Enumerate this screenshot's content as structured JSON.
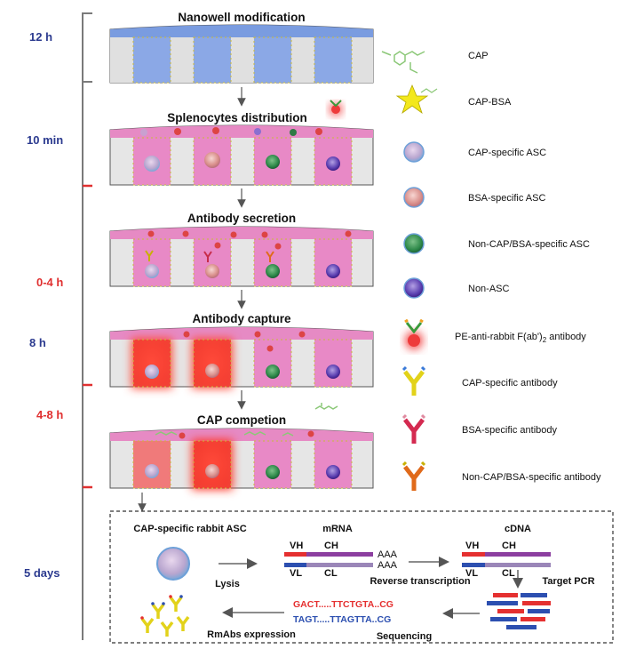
{
  "timeline": {
    "labels": [
      {
        "text": "12 h",
        "color": "#2b3a8f"
      },
      {
        "text": "10 min",
        "color": "#2b3a8f"
      },
      {
        "text": "0-4 h",
        "color": "#e03030"
      },
      {
        "text": "8 h",
        "color": "#2b3a8f"
      },
      {
        "text": "4-8 h",
        "color": "#e03030"
      },
      {
        "text": "5 days",
        "color": "#2b3a8f"
      }
    ]
  },
  "stages": [
    {
      "title": "Nanowell modification"
    },
    {
      "title": "Splenocytes distribution"
    },
    {
      "title": "Antibody secretion"
    },
    {
      "title": "Antibody capture"
    },
    {
      "title": "CAP competion"
    }
  ],
  "legend": [
    {
      "label": "CAP",
      "icon": "cap-molecule-icon"
    },
    {
      "label": "CAP-BSA",
      "icon": "cap-bsa-star-icon"
    },
    {
      "label": "CAP-specific ASC",
      "icon": "cap-specific-asc-cell-icon"
    },
    {
      "label": "BSA-specific ASC",
      "icon": "bsa-specific-asc-cell-icon"
    },
    {
      "label": "Non-CAP/BSA-specific ASC",
      "icon": "non-cap-bsa-asc-cell-icon"
    },
    {
      "label": "Non-ASC",
      "icon": "non-asc-cell-icon"
    },
    {
      "label": "PE-anti-rabbit F(ab')",
      "sub": "2",
      "label_suffix": " antibody",
      "icon": "pe-anti-rabbit-antibody-icon"
    },
    {
      "label": "CAP-specific antibody",
      "icon": "cap-specific-antibody-icon"
    },
    {
      "label": "BSA-specific antibody",
      "icon": "bsa-specific-antibody-icon"
    },
    {
      "label": "Non-CAP/BSA-specific antibody",
      "icon": "non-cap-bsa-antibody-icon"
    }
  ],
  "bottom": {
    "asc_title": "CAP-specific rabbit ASC",
    "mrna_title": "mRNA",
    "cdna_title": "cDNA",
    "lysis": "Lysis",
    "reverse_transcription": "Reverse transcription",
    "target_pcr": "Target PCR",
    "sequencing": "Sequencing",
    "rmabs": "RmAbs expression",
    "vh": "VH",
    "ch": "CH",
    "vl": "VL",
    "cl": "CL",
    "polya": "AAA",
    "seq_heavy": "GACT.....TTCTGTA..CG",
    "seq_light": "TAGT.....TTAGTTA..CG",
    "colors": {
      "heavy": "#e53030",
      "light": "#2c4fb0",
      "constant_heavy": "#8c3fa0",
      "constant_light": "#9a86b8"
    }
  }
}
